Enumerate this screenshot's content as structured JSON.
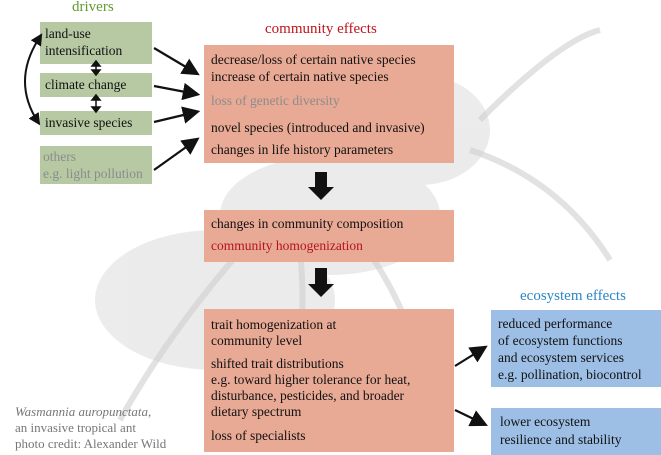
{
  "headers": {
    "drivers": "drivers",
    "community": "community effects",
    "ecosystem": "ecosystem effects"
  },
  "drivers": {
    "land_use_line1": "land-use",
    "land_use_line2": "intensification",
    "climate": "climate change",
    "invasive": "invasive species",
    "others_line1": "others",
    "others_line2": "e.g. light pollution"
  },
  "community_box1": {
    "line1": "decrease/loss of certain native species",
    "line2": "increase of certain native species",
    "line3": "loss of genetic diversity",
    "line4": "novel species (introduced and invasive)",
    "line5": "changes in life history parameters"
  },
  "community_box2": {
    "line1": "changes in community composition",
    "line2": "community homogenization"
  },
  "community_box3": {
    "line1": "trait homogenization at",
    "line2": "community level",
    "line3": "shifted trait distributions",
    "line4": "e.g. toward higher tolerance for heat,",
    "line5": "disturbance, pesticides, and broader",
    "line6": "dietary spectrum",
    "line7": "loss of specialists"
  },
  "ecosystem_box1": {
    "line1": "reduced performance",
    "line2": "of ecosystem functions",
    "line3": "and ecosystem services",
    "line4": "e.g. pollination, biocontrol"
  },
  "ecosystem_box2": {
    "line1": "lower ecosystem",
    "line2": "resilience and stability"
  },
  "caption": {
    "species": "Wasmannia auropunctata,",
    "desc": "an invasive tropical ant",
    "credit": "photo credit: Alexander Wild"
  },
  "colors": {
    "drivers_header": "#5f9b2f",
    "community_header": "#c0141b",
    "ecosystem_header": "#2a86c8",
    "green_box": "#b6c9a3",
    "salmon_box": "#e8a995",
    "blue_box": "#9dbfe6"
  }
}
